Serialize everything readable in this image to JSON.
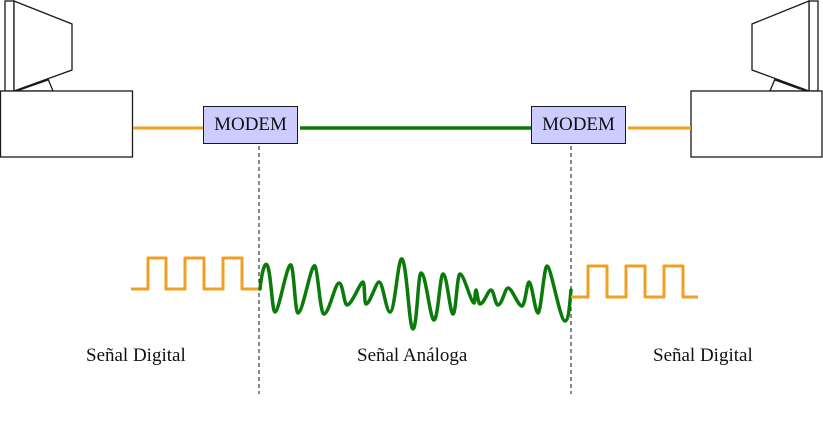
{
  "diagram": {
    "title": "",
    "nodes": {
      "left_computer": {
        "type": "computer"
      },
      "left_modem": {
        "label": "MODEM"
      },
      "right_modem": {
        "label": "MODEM"
      },
      "right_computer": {
        "type": "computer"
      }
    },
    "links": [
      {
        "from": "left_computer",
        "to": "left_modem",
        "color": "#f0a020",
        "kind": "digital"
      },
      {
        "from": "left_modem",
        "to": "right_modem",
        "color": "#0a7a0a",
        "kind": "analog"
      },
      {
        "from": "right_modem",
        "to": "right_computer",
        "color": "#f0a020",
        "kind": "digital"
      }
    ],
    "signals": {
      "left": {
        "label": "Señal Digital",
        "color": "#f0a020"
      },
      "middle": {
        "label": "Señal Análoga",
        "color": "#0a7a0a"
      },
      "right": {
        "label": "Señal Digital",
        "color": "#f0a020"
      }
    },
    "colors": {
      "digital": "#f0a020",
      "analog": "#0a7a0a",
      "modem_fill": "#ccccff",
      "outline": "#1a1a1a"
    }
  }
}
